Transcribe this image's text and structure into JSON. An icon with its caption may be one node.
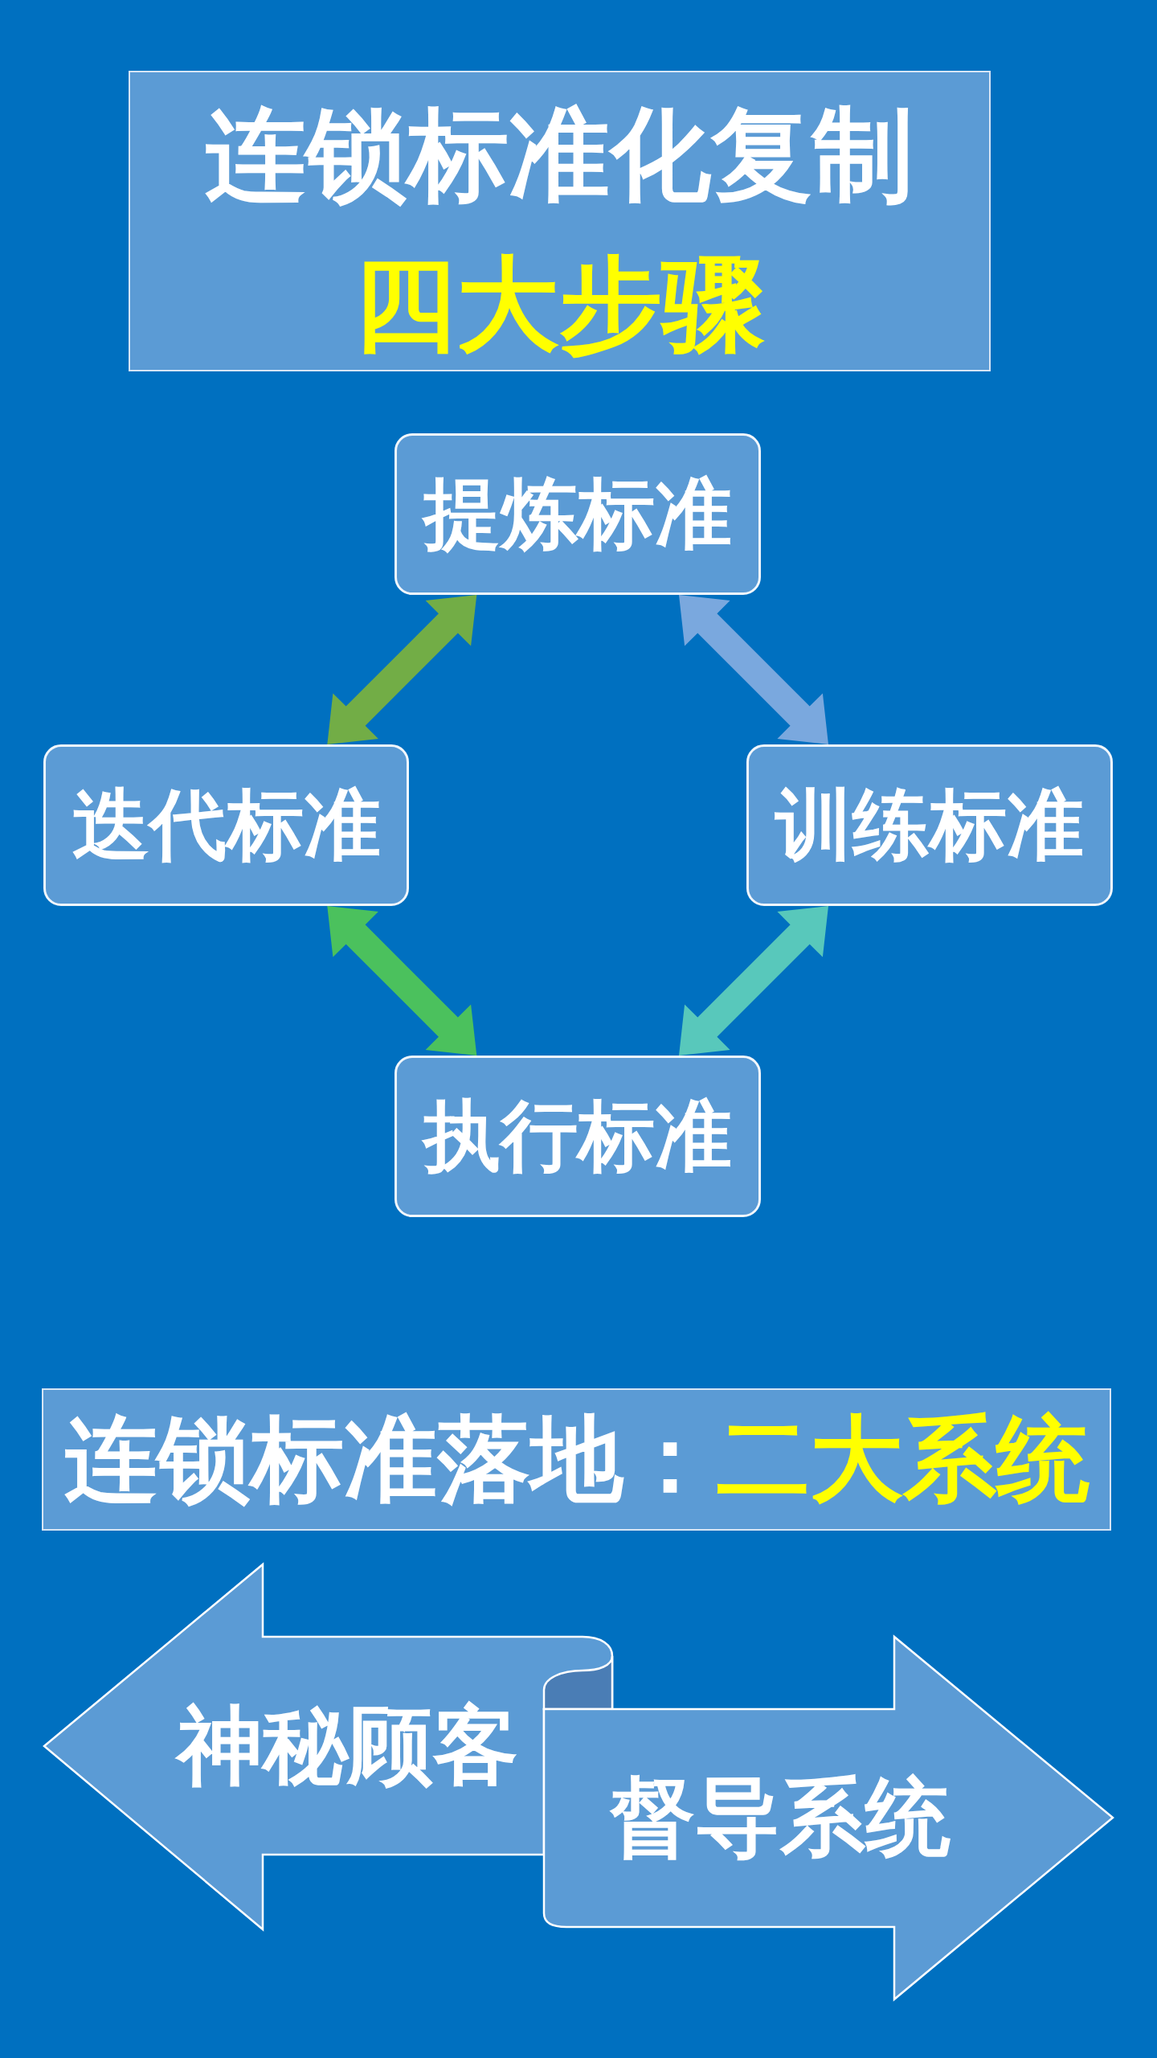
{
  "diagram": {
    "nodes": [
      {
        "text": [
          "连锁标准化复制",
          "四大步骤"
        ]
      },
      {
        "text": [
          "提炼标准"
        ]
      },
      {
        "text": [
          "迭代标准"
        ]
      },
      {
        "text": [
          "训练标准"
        ]
      },
      {
        "text": [
          "执行标准"
        ]
      },
      {
        "text": [
          "连锁标准落地：",
          "二大系统"
        ]
      },
      {
        "text": [
          "神秘顾客"
        ]
      },
      {
        "text": [
          "督导系统"
        ]
      }
    ],
    "edges": [
      {
        "from": 1,
        "to": 2,
        "arrow": "both",
        "color": "#72ad46"
      },
      {
        "from": 1,
        "to": 3,
        "arrow": "both",
        "color": "#7aa8de"
      },
      {
        "from": 3,
        "to": 4,
        "arrow": "both",
        "color": "#58c8bb"
      },
      {
        "from": 2,
        "to": 4,
        "arrow": "both",
        "color": "#4bc15d"
      }
    ]
  }
}
